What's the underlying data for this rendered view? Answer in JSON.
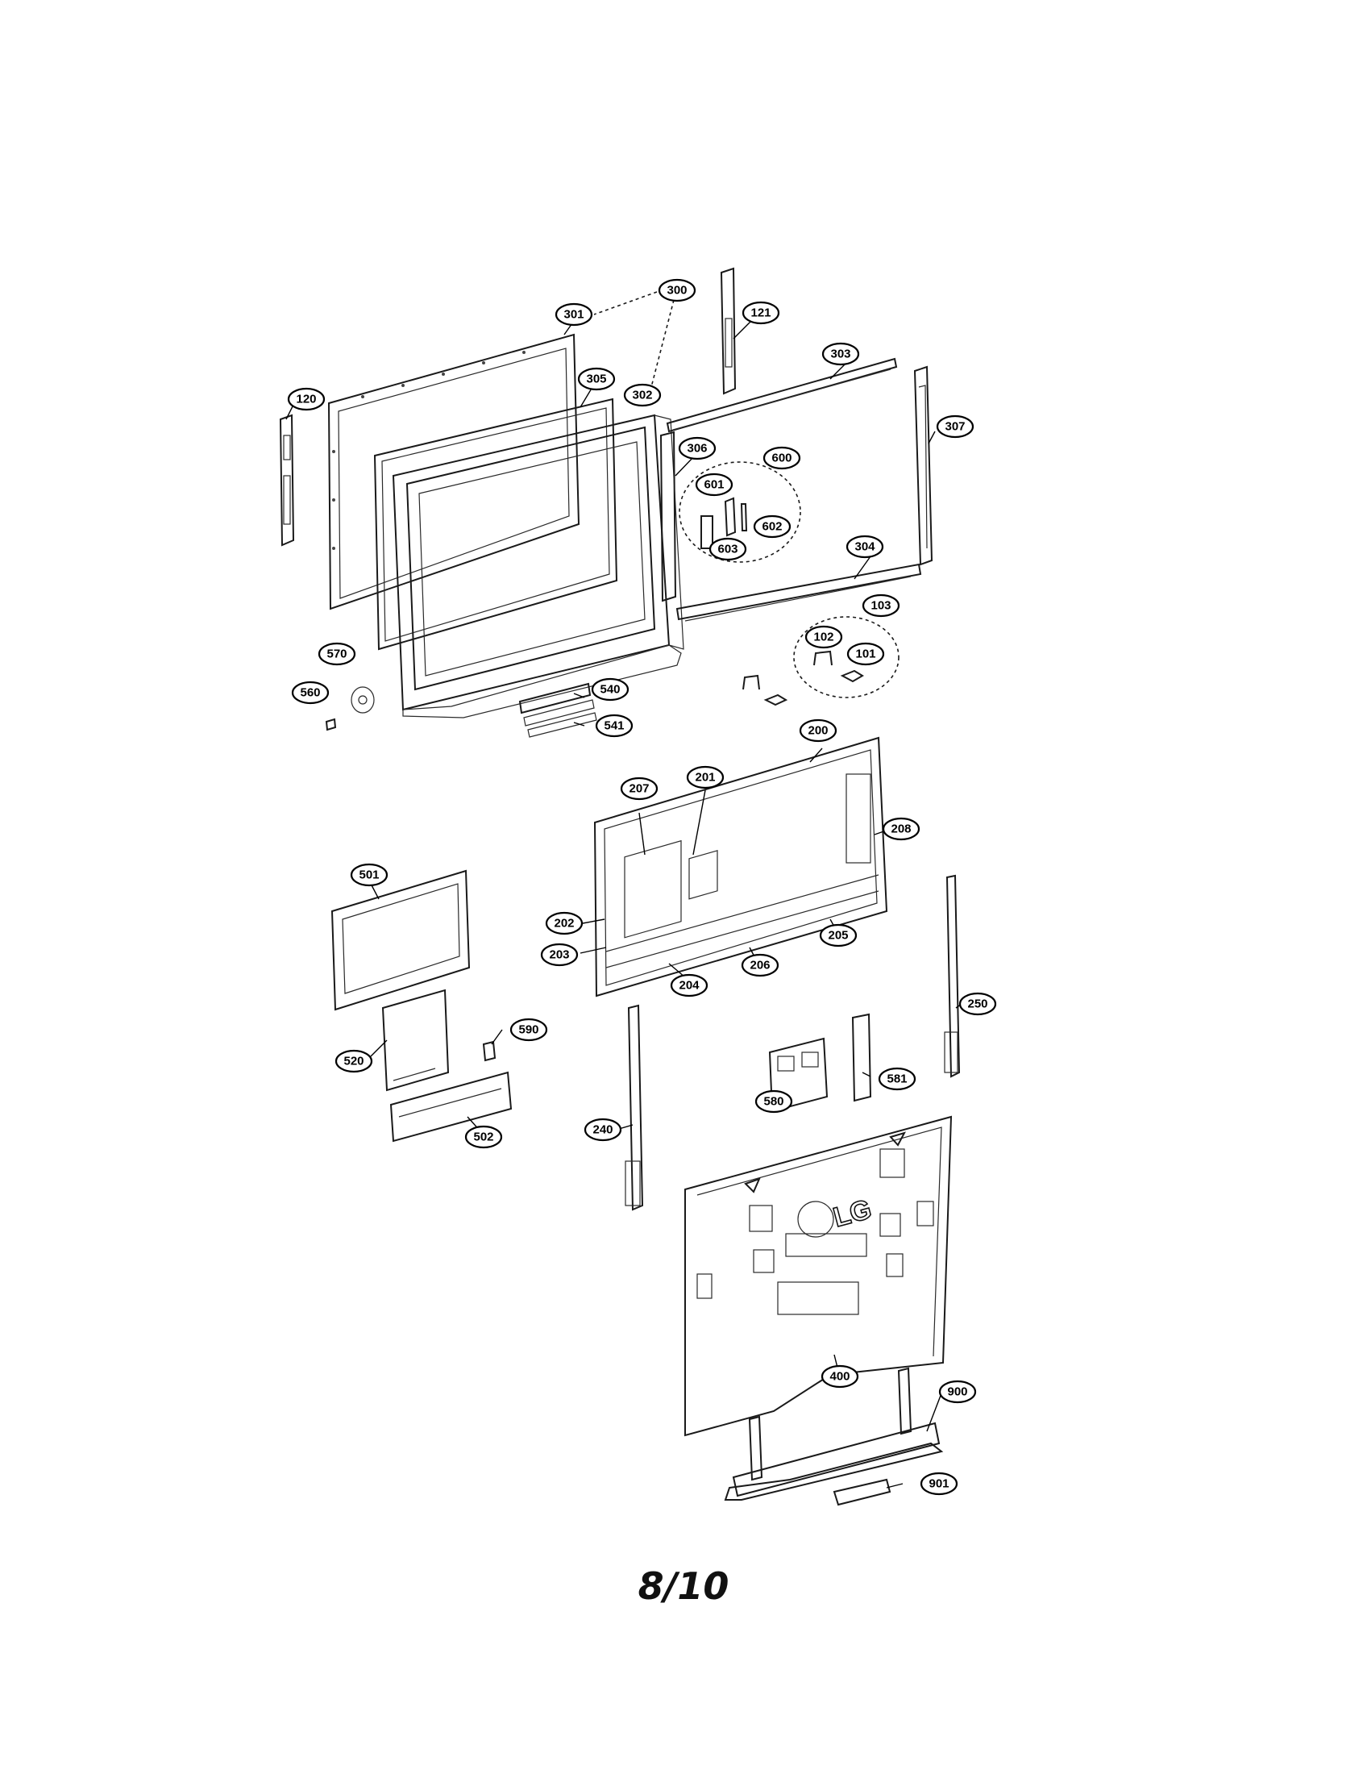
{
  "diagram": {
    "page_number": "8/10",
    "logo": "LG",
    "callouts": [
      "120",
      "121",
      "300",
      "301",
      "302",
      "303",
      "304",
      "305",
      "306",
      "307",
      "600",
      "601",
      "602",
      "603",
      "103",
      "102",
      "101",
      "570",
      "560",
      "540",
      "541",
      "200",
      "201",
      "207",
      "208",
      "202",
      "203",
      "204",
      "205",
      "206",
      "501",
      "520",
      "590",
      "502",
      "250",
      "240",
      "580",
      "581",
      "400",
      "900",
      "901"
    ]
  }
}
